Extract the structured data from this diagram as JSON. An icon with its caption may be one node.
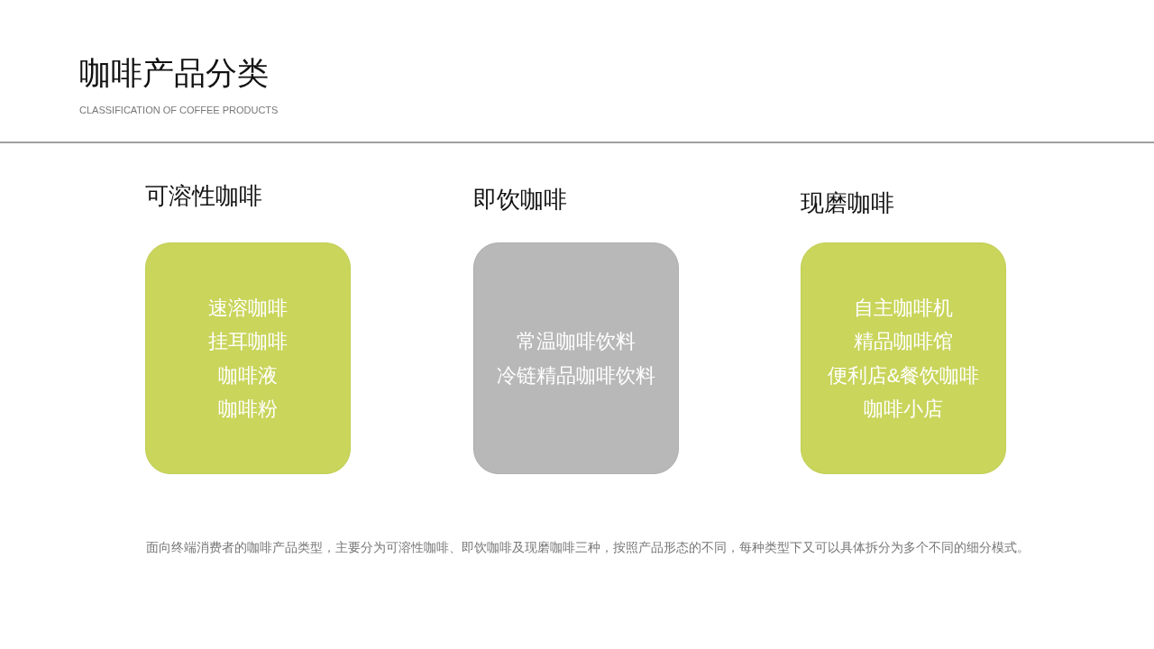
{
  "diagram": {
    "title": "咖啡产品分类",
    "nodes": [
      {
        "text": [
          "可溶性咖啡",
          "速溶咖啡",
          "挂耳咖啡",
          "咖啡液",
          "咖啡粉"
        ]
      },
      {
        "text": [
          "即饮咖啡",
          "常温咖啡饮料",
          "冷链精品咖啡饮料"
        ]
      },
      {
        "text": [
          "现磨咖啡",
          "自主咖啡机",
          "精品咖啡馆",
          "便利店&餐饮咖啡",
          "咖啡小店"
        ]
      }
    ],
    "edges": [],
    "labels": [
      "CLASSIFICATION OF COFFEE PRODUCTS",
      "面向终端消费者的咖啡产品类型，主要分为可溶性咖啡、即饮咖啡及现磨咖啡三种，按照产品形态的不同，每种类型下又可以具体拆分为多个不同的细分模式。"
    ]
  }
}
